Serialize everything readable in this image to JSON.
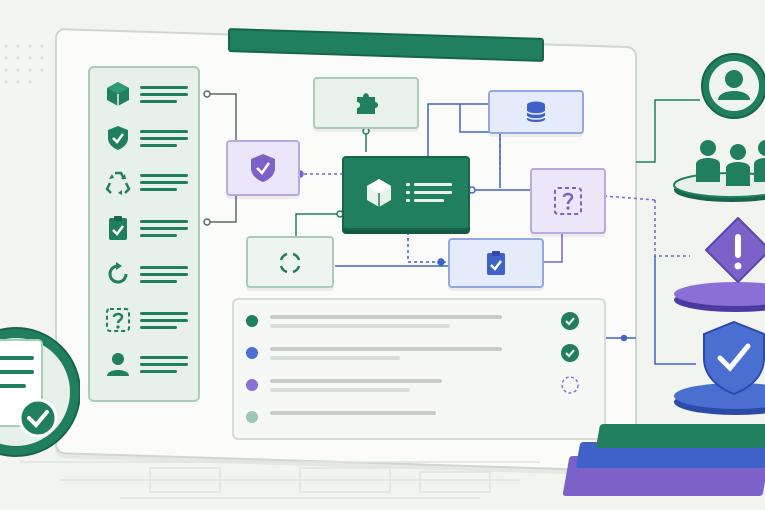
{
  "diagram": {
    "colors": {
      "green": "#1f7f5e",
      "green_light": "#e7f1ea",
      "purple": "#7c61c9",
      "purple_light": "#ebe6f8",
      "blue": "#3f62c9",
      "blue_light": "#e5ebfb",
      "gray_bar": "#c6ccc7"
    },
    "sidebar_icons": [
      "cube-icon",
      "shield-check-icon",
      "recycle-icon",
      "clipboard-check-icon",
      "refresh-icon",
      "question-box-icon",
      "user-icon"
    ],
    "flow_nodes": [
      "puzzle-node",
      "database-node",
      "shield-node",
      "central-cube-node",
      "question-node",
      "cycle-node",
      "clipboard-node"
    ],
    "list_rows": [
      {
        "dot_color": "#1f7f5e",
        "status": "complete"
      },
      {
        "dot_color": "#4a6fd1",
        "status": "complete"
      },
      {
        "dot_color": "#8a6fd6",
        "status": "pending"
      },
      {
        "dot_color": "#9cc9b3",
        "status": "none"
      }
    ],
    "right_stack": [
      "users-group-icon",
      "warning-icon",
      "shield-check-icon"
    ]
  }
}
